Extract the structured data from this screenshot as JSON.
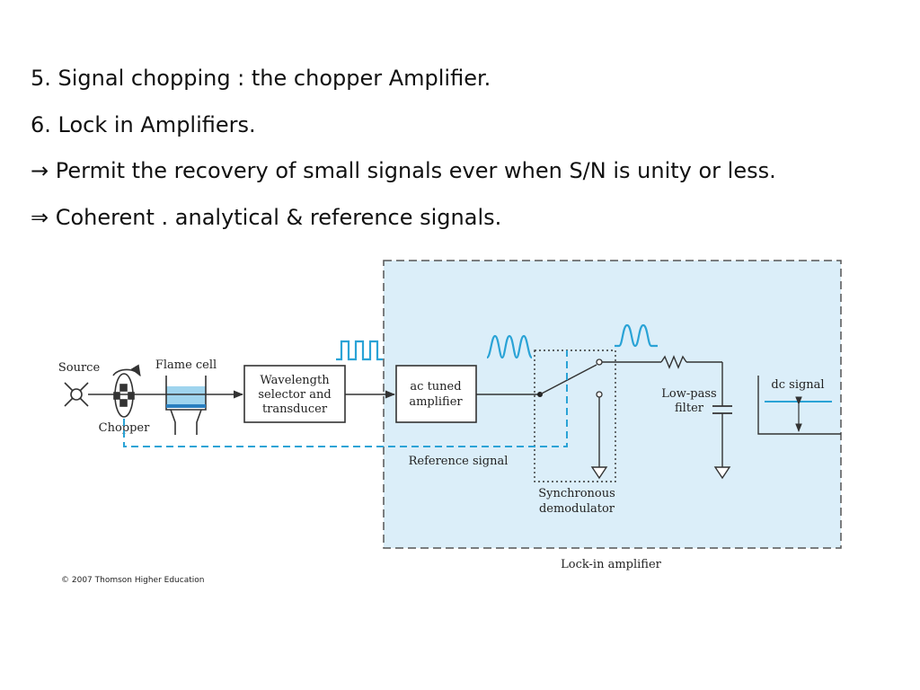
{
  "bullets": [
    "5. Signal chopping : the chopper Amplifier.",
    "6. Lock in Amplifiers.",
    "→ Permit the recovery of small signals ever when S/N is unity or less.",
    "⇒ Coherent .  analytical & reference signals."
  ],
  "diagram": {
    "source": "Source",
    "chopper": "Chopper",
    "flame_cell": "Flame cell",
    "wavelength_box": [
      "Wavelength",
      "selector and",
      "transducer"
    ],
    "amplifier_box": [
      "ac tuned",
      "amplifier"
    ],
    "low_pass_filter": [
      "Low-pass",
      "filter"
    ],
    "dc_signal": "dc signal",
    "reference_signal": "Reference signal",
    "synchronous_demodulator": [
      "Synchronous",
      "demodulator"
    ],
    "lock_in_amplifier": "Lock-in amplifier",
    "copyright": "© 2007 Thomson Higher Education"
  },
  "colors": {
    "lock_in_fill": "#dbeef9",
    "reference_line": "#2aa3d6",
    "waveform": "#2aa3d6",
    "outline": "#333333"
  }
}
